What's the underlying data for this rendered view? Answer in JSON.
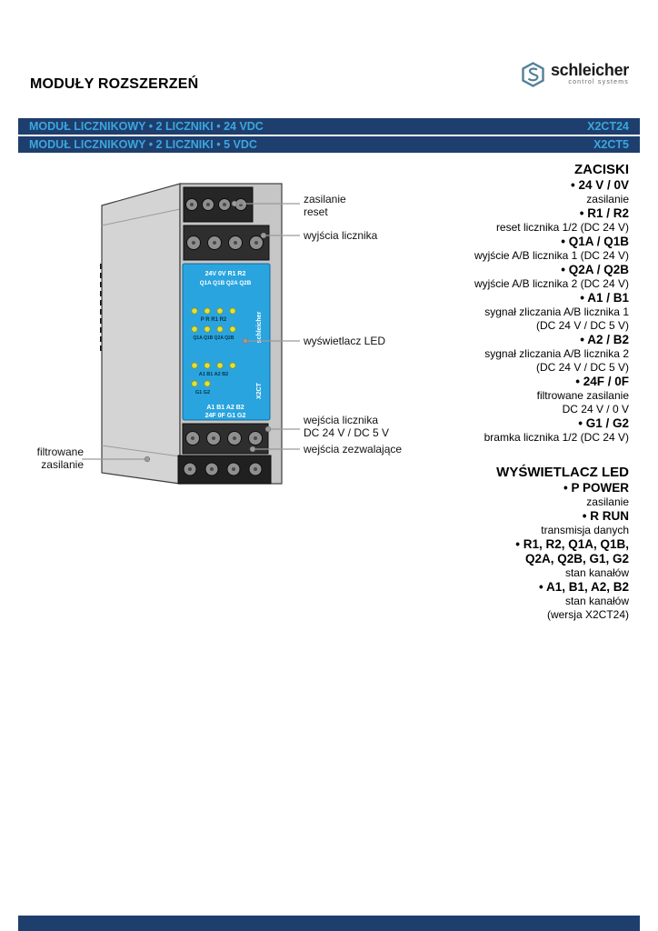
{
  "page": {
    "title": "MODUŁY ROZSZERZEŃ"
  },
  "brand": {
    "name": "schleicher",
    "tagline": "control systems"
  },
  "product_bars": [
    {
      "label": "MODUŁ LICZNIKOWY • 2 LICZNIKI • 24 VDC",
      "code": "X2CT24"
    },
    {
      "label": "MODUŁ LICZNIKOWY • 2 LICZNIKI • 5 VDC",
      "code": "X2CT5"
    }
  ],
  "colors": {
    "bar_bg": "#1e3e6e",
    "bar_text": "#3ba7dd",
    "module_blue": "#2aa4de",
    "led_yellow": "#dfe13d"
  },
  "module": {
    "panel": {
      "top_row1": "24V 0V R1 R2",
      "top_row2": "Q1A Q1B Q2A Q2B",
      "led_row1": "P R R1 R2",
      "led_row2": "Q1A Q1B Q2A Q2B",
      "led_row3": "A1 B1 A2 B2",
      "led_row4": "G1 G2",
      "bottom_row1": "A1 B1 A2 B2",
      "bottom_row2": "24F 0F G1 G2",
      "side_brand": "schleicher",
      "side_model": "X2CT"
    },
    "callouts": {
      "zasilanie": "zasilanie",
      "reset": "reset",
      "wyjscia_licznika": "wyjścia licznika",
      "wyswietlacz_led": "wyświetlacz LED",
      "wejscia_licznika_1": "wejścia licznika",
      "wejscia_licznika_2": "DC 24 V / DC 5 V",
      "wejscia_zezwalajace": "wejścia zezwalające",
      "filtrowane_1": "filtrowane",
      "filtrowane_2": "zasilanie"
    }
  },
  "zaciski": {
    "heading": "ZACISKI",
    "items": [
      {
        "term": "• 24 V / 0V",
        "desc1": "zasilanie"
      },
      {
        "term": "• R1 / R2",
        "desc1": "reset licznika 1/2 (DC 24 V)"
      },
      {
        "term": "• Q1A / Q1B",
        "desc1": "wyjście A/B licznika 1 (DC 24 V)"
      },
      {
        "term": "• Q2A / Q2B",
        "desc1": "wyjście A/B licznika 2 (DC 24 V)"
      },
      {
        "term": "• A1 / B1",
        "desc1": "sygnał zliczania A/B licznika 1",
        "desc2": "(DC 24 V / DC 5 V)"
      },
      {
        "term": "• A2 / B2",
        "desc1": "sygnał zliczania A/B licznika 2",
        "desc2": "(DC 24 V / DC 5 V)"
      },
      {
        "term": "• 24F / 0F",
        "desc1": "filtrowane zasilanie",
        "desc2": "DC 24 V / 0 V"
      },
      {
        "term": "• G1 / G2",
        "desc1": "bramka licznika 1/2 (DC 24 V)"
      }
    ]
  },
  "led_section": {
    "heading": "WYŚWIETLACZ LED",
    "items": [
      {
        "term1": "• P POWER",
        "desc1": "zasilanie"
      },
      {
        "term1": "• R RUN",
        "desc1": "transmisja danych"
      },
      {
        "term1": "• R1, R2, Q1A, Q1B,",
        "term2": "Q2A, Q2B, G1, G2",
        "desc1": "stan kanałów"
      },
      {
        "term1": "• A1, B1, A2, B2",
        "desc1": "stan kanałów",
        "desc2": "(wersja X2CT24)"
      }
    ]
  }
}
